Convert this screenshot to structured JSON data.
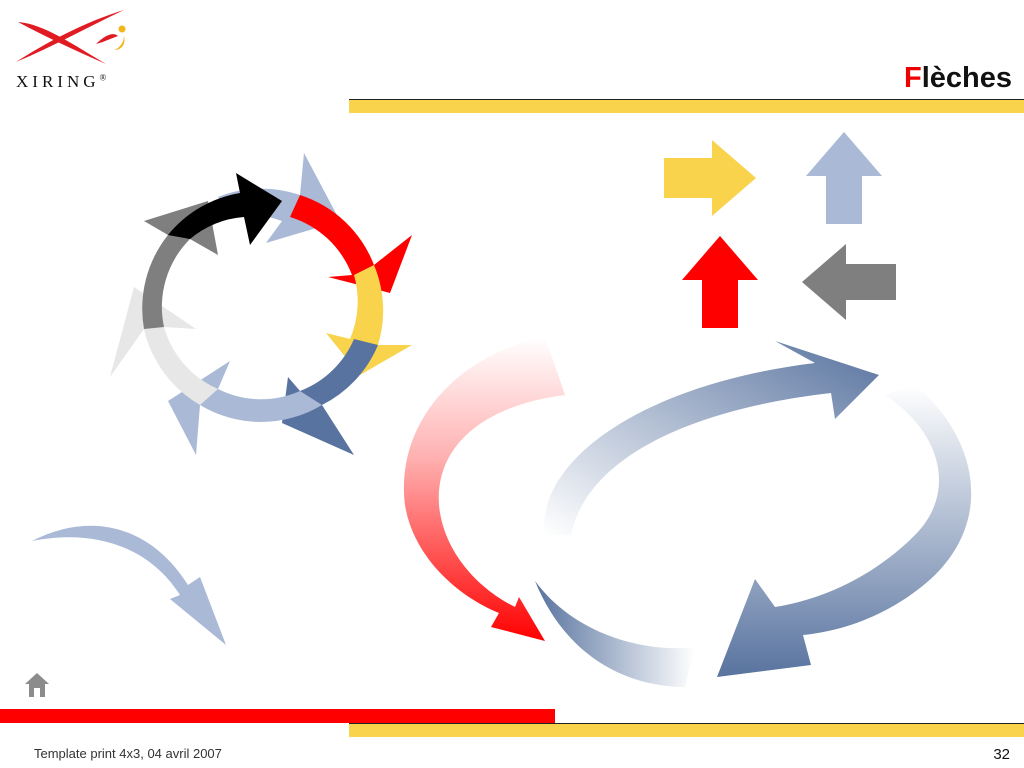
{
  "brand": {
    "name": "XIRING",
    "registered": "®"
  },
  "slide": {
    "title_first_letter": "F",
    "title_rest": "lèches",
    "page_number": "32"
  },
  "footer": {
    "text": "Template print 4x3, 04 avril 2007"
  },
  "icons": {
    "home": "home-icon"
  },
  "colors": {
    "red": "#ff0000",
    "yellow": "#f9d34b",
    "light_blue": "#a9b9d6",
    "dark_blue": "#58739f",
    "black": "#000000",
    "gray": "#7f7f7f",
    "light_gray": "#e7e7e7",
    "header_line": "#f9d34b"
  }
}
